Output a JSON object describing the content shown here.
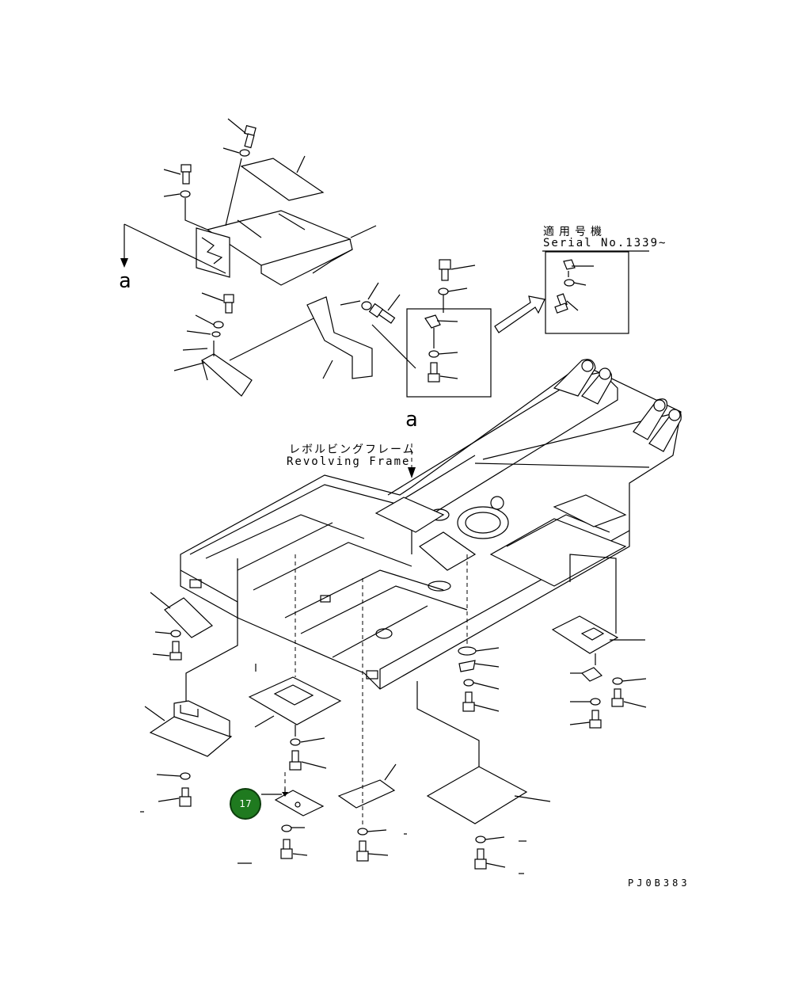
{
  "labels": {
    "section_mark_left": "a",
    "section_mark_center": "a",
    "frame_name_jp": "レボルビングフレーム",
    "frame_name_en": "Revolving Frame",
    "serial_title_jp": "適用号機",
    "serial_number": "Serial No.1339~",
    "drawing_code": "PJ0B383"
  },
  "callouts": [
    {
      "number": "17",
      "color": "#1f7a1f"
    }
  ],
  "icons": [
    "bolt-icon",
    "washer-icon",
    "cover-plate-icon",
    "arrow-right-icon"
  ]
}
